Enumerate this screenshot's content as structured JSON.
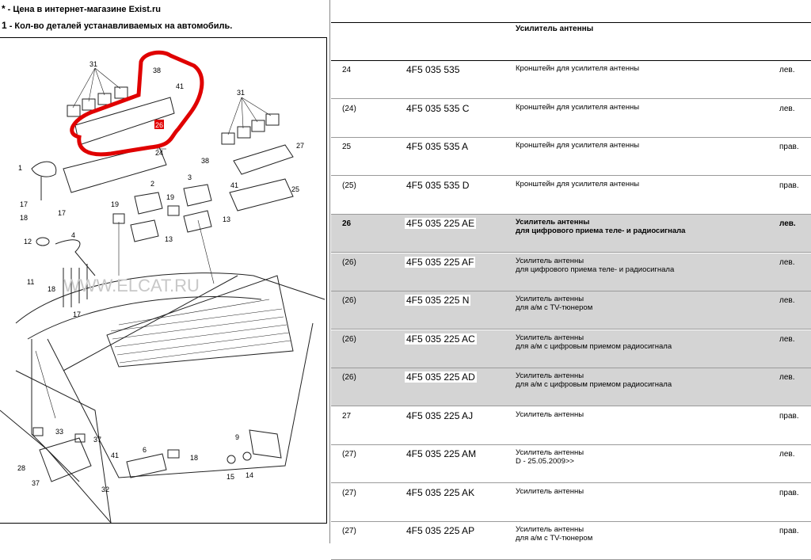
{
  "legend": [
    {
      "symbol": "*",
      "text": "- Цена в интернет-магазине Exist.ru"
    },
    {
      "symbol": "1",
      "text": "- Кол-во деталей устанавливаемых на автомобиль."
    }
  ],
  "diagram": {
    "watermark": "WWW.ELCAT.RU",
    "callouts": [
      "31",
      "38",
      "41",
      "26",
      "24",
      "31",
      "27",
      "38",
      "41",
      "25",
      "1",
      "2",
      "3",
      "19",
      "19",
      "13",
      "13",
      "17",
      "17",
      "18",
      "12",
      "4",
      "11",
      "18",
      "17",
      "33",
      "37",
      "28",
      "37",
      "41",
      "32",
      "6",
      "18",
      "9",
      "15",
      "14"
    ]
  },
  "table": {
    "header_title": "Усилитель антенны",
    "rows": [
      {
        "pos": "24",
        "part": "4F5 035 535",
        "desc": [
          "Кронштейн для усилителя антенны"
        ],
        "side": "лев.",
        "highlight": false,
        "bold": false
      },
      {
        "pos": "(24)",
        "part": "4F5 035 535 C",
        "desc": [
          "Кронштейн для усилителя антенны"
        ],
        "side": "лев.",
        "highlight": false,
        "bold": false
      },
      {
        "pos": "25",
        "part": "4F5 035 535 A",
        "desc": [
          "Кронштейн для усилителя антенны"
        ],
        "side": "прав.",
        "highlight": false,
        "bold": false
      },
      {
        "pos": "(25)",
        "part": "4F5 035 535 D",
        "desc": [
          "Кронштейн для усилителя антенны"
        ],
        "side": "прав.",
        "highlight": false,
        "bold": false
      },
      {
        "pos": "26",
        "part": "4F5 035 225 AE",
        "desc": [
          "Усилитель антенны",
          "для цифрового приема теле- и радиосигнала"
        ],
        "side": "лев.",
        "highlight": true,
        "bold": true
      },
      {
        "pos": "(26)",
        "part": "4F5 035 225 AF",
        "desc": [
          "Усилитель антенны",
          "для цифрового приема теле- и радиосигнала"
        ],
        "side": "лев.",
        "highlight": true,
        "bold": false
      },
      {
        "pos": "(26)",
        "part": "4F5 035 225 N",
        "desc": [
          "Усилитель антенны",
          "для а/м с TV-тюнером"
        ],
        "side": "лев.",
        "highlight": true,
        "bold": false
      },
      {
        "pos": "(26)",
        "part": "4F5 035 225 AC",
        "desc": [
          "Усилитель антенны",
          "для а/м с цифровым приемом радиосигнала"
        ],
        "side": "лев.",
        "highlight": true,
        "bold": false
      },
      {
        "pos": "(26)",
        "part": "4F5 035 225 AD",
        "desc": [
          "Усилитель антенны",
          "для а/м с цифровым приемом радиосигнала"
        ],
        "side": "лев.",
        "highlight": true,
        "bold": false
      },
      {
        "pos": "27",
        "part": "4F5 035 225 AJ",
        "desc": [
          "Усилитель антенны"
        ],
        "side": "прав.",
        "highlight": false,
        "bold": false
      },
      {
        "pos": "(27)",
        "part": "4F5 035 225 AM",
        "desc": [
          "Усилитель антенны",
          "D - 25.05.2009>>"
        ],
        "side": "лев.",
        "highlight": false,
        "bold": false
      },
      {
        "pos": "(27)",
        "part": "4F5 035 225 AK",
        "desc": [
          "Усилитель антенны"
        ],
        "side": "прав.",
        "highlight": false,
        "bold": false
      },
      {
        "pos": "(27)",
        "part": "4F5 035 225 AP",
        "desc": [
          "Усилитель антенны",
          "для а/м с TV-тюнером"
        ],
        "side": "прав.",
        "highlight": false,
        "bold": false
      }
    ]
  },
  "colors": {
    "highlight_row": "#d4d4d4",
    "marker_circle": "#e00000",
    "callout_26_box": "#e00000"
  }
}
